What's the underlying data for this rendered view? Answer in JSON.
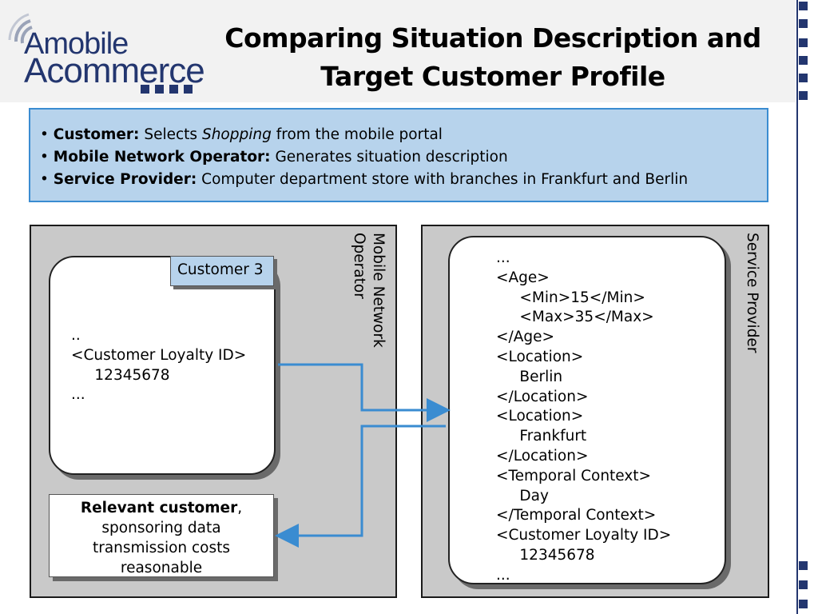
{
  "logo": {
    "line1": "Amobile",
    "line2": "Acommerce"
  },
  "title": {
    "line1": "Comparing Situation Description and",
    "line2": "Target Customer Profile"
  },
  "intro": {
    "items": [
      {
        "label": "Customer:",
        "pre": "Selects",
        "italic": "Shopping",
        "post": "from the mobile portal"
      },
      {
        "label": "Mobile Network Operator:",
        "text": "Generates situation description"
      },
      {
        "label": "Service Provider:",
        "text": "Computer department store with branches in Frankfurt and Berlin"
      }
    ]
  },
  "left_panel": {
    "label": "Mobile Network\nOperator",
    "customer_tag": "Customer 3",
    "situation": "..\n<Customer Loyalty ID>\n     12345678\n...",
    "note": {
      "bold": "Relevant customer",
      "rest_line1": ",",
      "line2": "sponsoring data",
      "line3": "transmission costs",
      "line4": "reasonable"
    }
  },
  "right_panel": {
    "label": "Service Provider",
    "profile": "...\n<Age>\n     <Min>15</Min>\n     <Max>35</Max>\n</Age>\n<Location>\n     Berlin\n</Location>\n<Location>\n     Frankfurt\n</Location>\n<Temporal Context>\n     Day\n</Temporal Context>\n<Customer Loyalty ID>\n     12345678\n..."
  },
  "colors": {
    "brand": "#23366f",
    "accent": "#3a8cd1",
    "callout_fill": "#b7d3ec",
    "panel_fill": "#c9c9c9"
  }
}
